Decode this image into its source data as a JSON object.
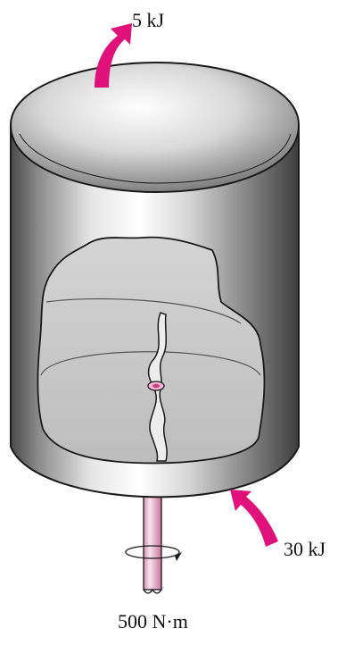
{
  "labels": {
    "heat_out": "5 kJ",
    "heat_in": "30 kJ",
    "shaft_work": "500 N·m"
  },
  "colors": {
    "arrow": "#e0117a",
    "shaft": "#f3c6dc",
    "tank_outline": "#1a1a1a",
    "water": "#cfcfcf"
  },
  "icons": {
    "heat_out_arrow": "curved-arrow-up-right",
    "heat_in_arrow": "curved-arrow-up-left",
    "rotation": "rotation-arrow"
  }
}
